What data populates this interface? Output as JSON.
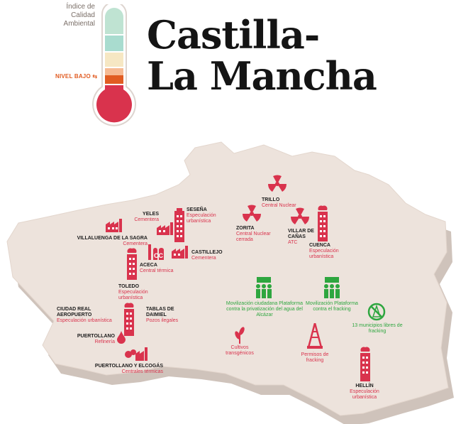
{
  "legend": {
    "caption_line1": "Índice de",
    "caption_line2": "Calidad",
    "caption_line3": "Ambiental",
    "level_label": "NIVEL BAJO",
    "levels": [
      "#bfe3d2",
      "#a9dccf",
      "#f6e7c3",
      "#f6ba93",
      "#e15c22",
      "#d9334d"
    ]
  },
  "title": {
    "line1": "Castilla-",
    "line2": "La Mancha"
  },
  "colors": {
    "map_fill": "#ede3dc",
    "map_edge": "#cfc3bb",
    "problem_red": "#d9334d",
    "positive_green": "#2ea63f"
  },
  "locations": [
    {
      "name": "YELES",
      "desc": "Cementera",
      "icon": "factory-icon"
    },
    {
      "name": "SESEÑA",
      "desc": "Especulación urbanística",
      "icon": "buildings-icon"
    },
    {
      "name": "VILLALUENGA DE LA SAGRA",
      "desc": "Cementera",
      "icon": "factory-icon"
    },
    {
      "name": "ACECA",
      "desc": "Central térmica",
      "icon": "power-plant-icon"
    },
    {
      "name": "CASTILLEJO",
      "desc": "Cementera",
      "icon": "factory-icon"
    },
    {
      "name": "TOLEDO",
      "desc": "Especulación urbanística",
      "icon": "buildings-icon"
    },
    {
      "name": "CIUDAD REAL AEROPUERTO",
      "desc": "Especulación urbanística",
      "icon": "buildings-icon"
    },
    {
      "name": "TABLAS DE DAIMIEL",
      "desc": "Pozos ilegales",
      "icon": "water-drop-icon"
    },
    {
      "name": "PUERTOLLANO",
      "desc": "Refinería",
      "icon": "oil-drop-icon"
    },
    {
      "name": "PUERTOLLANO Y ELCOGÁS",
      "desc": "Centrales térmicas",
      "icon": "factory-icon"
    },
    {
      "name": "TRILLO",
      "desc": "Central Nuclear",
      "icon": "nuclear-icon"
    },
    {
      "name": "ZORITA",
      "desc": "Central Nuclear cerrada",
      "icon": "nuclear-icon"
    },
    {
      "name": "VILLAR DE CAÑAS",
      "desc": "ATC",
      "icon": "nuclear-icon"
    },
    {
      "name": "CUENCA",
      "desc": "Especulación urbanística",
      "icon": "buildings-icon"
    },
    {
      "name": "HELLÍN",
      "desc": "Especulación urbanística",
      "icon": "buildings-icon"
    }
  ],
  "positives": [
    {
      "text": "Movilización ciudadana Plataforma contra la privatización del agua del Alcázar",
      "icon": "protest-icon"
    },
    {
      "text": "Movilización Plataforma contra el fracking",
      "icon": "protest-icon"
    },
    {
      "text": "13 municipios libres de fracking",
      "icon": "no-fracking-icon"
    }
  ],
  "issues": [
    {
      "text": "Cultivos transgénicos",
      "icon": "gmo-plant-icon"
    },
    {
      "text": "Permisos de fracking",
      "icon": "fracking-rig-icon"
    }
  ]
}
